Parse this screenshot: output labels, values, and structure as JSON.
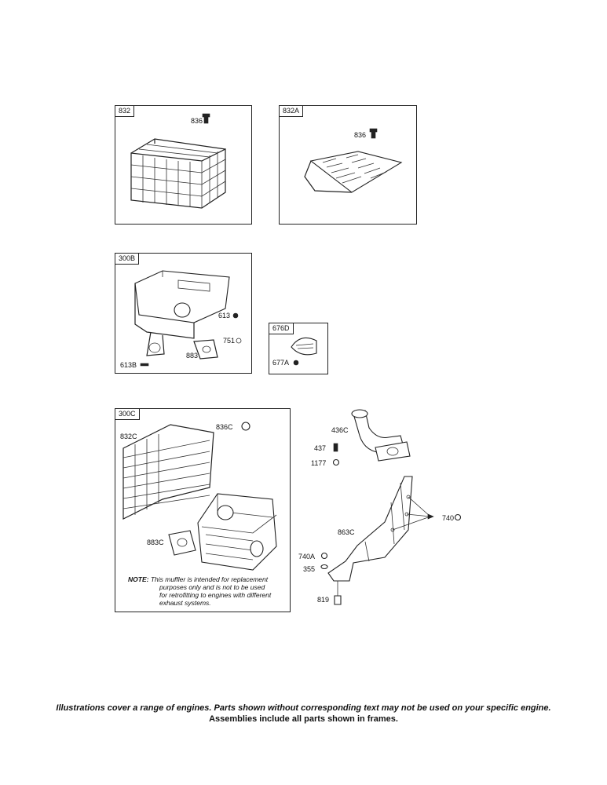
{
  "frames": {
    "f832": {
      "tag": "832",
      "parts": {
        "p836": "836"
      }
    },
    "f832a": {
      "tag": "832A",
      "parts": {
        "p836": "836"
      }
    },
    "f300b": {
      "tag": "300B",
      "parts": {
        "p613": "613",
        "p751": "751",
        "p883": "883",
        "p613b": "613B"
      }
    },
    "f676d": {
      "tag": "676D",
      "parts": {
        "p677a": "677A"
      }
    },
    "f300c": {
      "tag": "300C",
      "parts": {
        "p836c": "836C",
        "p832c": "832C",
        "p883c": "883C"
      },
      "note_label": "NOTE:",
      "note_line1": "This muffler is intended for replacement",
      "note_line2": "purposes only and is not to be used",
      "note_line3": "for retrofitting to engines with different",
      "note_line4": "exhaust systems."
    }
  },
  "loose_parts": {
    "p436c": "436C",
    "p437": "437",
    "p1177": "1177",
    "p740": "740",
    "p863c": "863C",
    "p740a": "740A",
    "p355": "355",
    "p819": "819"
  },
  "footer": {
    "line1": "Illustrations cover a range of engines. Parts shown without corresponding text may not be used on your specific engine.",
    "line2": "Assemblies include all parts shown in frames."
  }
}
